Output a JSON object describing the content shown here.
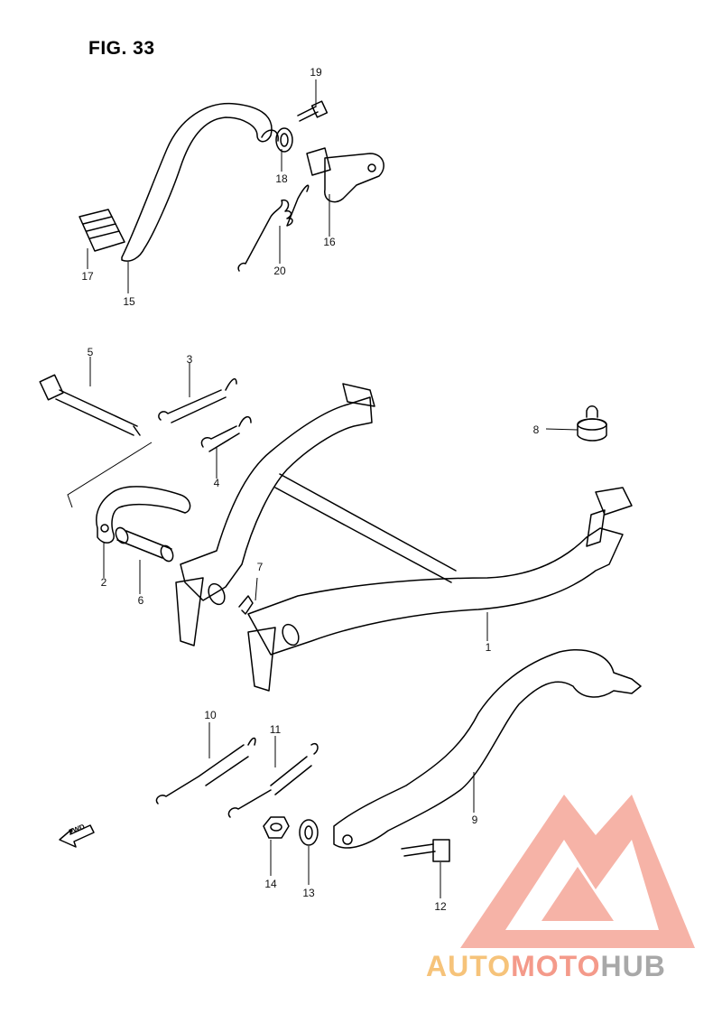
{
  "figure": {
    "title": "FIG. 33",
    "fwd_label": "FWD"
  },
  "callouts": [
    {
      "id": "1",
      "label": "1"
    },
    {
      "id": "2",
      "label": "2"
    },
    {
      "id": "3",
      "label": "3"
    },
    {
      "id": "4",
      "label": "4"
    },
    {
      "id": "5",
      "label": "5"
    },
    {
      "id": "6",
      "label": "6"
    },
    {
      "id": "7",
      "label": "7"
    },
    {
      "id": "8",
      "label": "8"
    },
    {
      "id": "9",
      "label": "9"
    },
    {
      "id": "10",
      "label": "10"
    },
    {
      "id": "11",
      "label": "11"
    },
    {
      "id": "12",
      "label": "12"
    },
    {
      "id": "13",
      "label": "13"
    },
    {
      "id": "14",
      "label": "14"
    },
    {
      "id": "15",
      "label": "15"
    },
    {
      "id": "16",
      "label": "16"
    },
    {
      "id": "17",
      "label": "17"
    },
    {
      "id": "18",
      "label": "18"
    },
    {
      "id": "19",
      "label": "19"
    },
    {
      "id": "20",
      "label": "20"
    }
  ],
  "watermark": {
    "part1": "AUTO",
    "part2": "MOTO",
    "part3": "HUB"
  },
  "colors": {
    "line": "#000000",
    "watermark_red": "#f08070",
    "watermark_orange": "#f6c37a",
    "watermark_gray": "#a8a8a8"
  }
}
